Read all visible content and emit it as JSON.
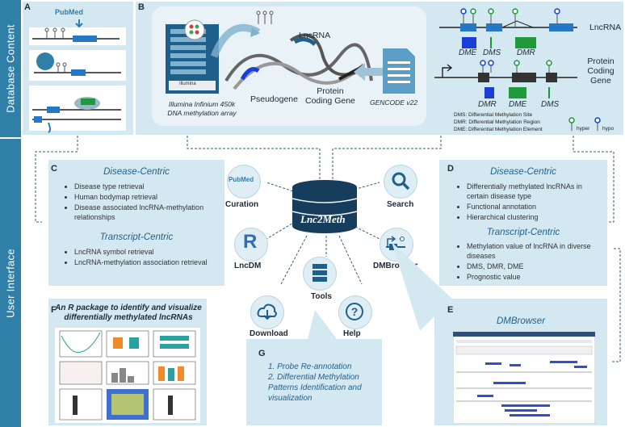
{
  "sidebar": {
    "top": "Database Content",
    "bottom": "User Interface"
  },
  "panel_a": {
    "label": "A",
    "pubmed": "PubMed"
  },
  "panel_b": {
    "label": "B",
    "illumina_chip": "Illumina",
    "illumina_caption": [
      "Illumina Infinium 450k",
      "DNA methylation array"
    ],
    "pseudogene": "Pseudogene",
    "lncrna": "LncRNA",
    "protein_coding": [
      "Protein",
      "Coding Gene"
    ],
    "gencode": "GENCODE v22",
    "right_lncrna": "LncRNA",
    "right_protein": [
      "Protein",
      "Coding Gene"
    ],
    "top_regions": [
      "DME",
      "DMS",
      "DMR"
    ],
    "bottom_regions": [
      "DMR",
      "DME",
      "DMS"
    ],
    "definitions": [
      "DMS: Differential Methylation Site",
      "DMR: Differential Methylation Region",
      "DME: Differential Methylation Element"
    ],
    "legend": [
      "hyper",
      "hypo"
    ]
  },
  "panel_c": {
    "label": "C",
    "head1": "Disease-Centric",
    "items1": [
      "Disease type retrieval",
      "Human bodymap retrieval",
      "Disease associated lncRNA-methylation relationships"
    ],
    "head2": "Transcript-Centric",
    "items2": [
      "LncRNA symbol retrieval",
      "LncRNA-methylation association retrieval"
    ]
  },
  "panel_d": {
    "label": "D",
    "head1": "Disease-Centric",
    "items1": [
      "Differentially methylated lncRNAs in certain disease type",
      "Functional annotation",
      "Hierarchical clustering"
    ],
    "head2": "Transcript-Centric",
    "items2": [
      "Methylation value of lncRNA in diverse diseases",
      "DMS, DMR, DME",
      "Prognostic value"
    ]
  },
  "center": {
    "db_name": "Lnc2Meth"
  },
  "tools": {
    "curation": "Curation",
    "search": "Search",
    "lncdm": "LncDM",
    "dmbrowser": "DMBrowser",
    "tools": "Tools",
    "download": "Download",
    "help": "Help",
    "r_glyph": "R",
    "pubmed_glyph": "PubMed"
  },
  "panel_e": {
    "label": "E",
    "title": "DMBrowser"
  },
  "panel_f": {
    "label": "F",
    "title": [
      "An R package to identify and visualize",
      "differentially methylated lncRNAs"
    ]
  },
  "panel_g": {
    "label": "G",
    "items": [
      "1. Probe Re-annotation",
      "2. Differential Methylation",
      "Patterns Identification and",
      "visualization"
    ]
  },
  "colors": {
    "sidebar": "#2f7fa8",
    "panel": "#d4e8f1",
    "accent": "#1f5f8b",
    "gene_blue": "#2778c4",
    "dmr_green": "#1f9a3a",
    "dme_blue": "#1a3fd8"
  }
}
